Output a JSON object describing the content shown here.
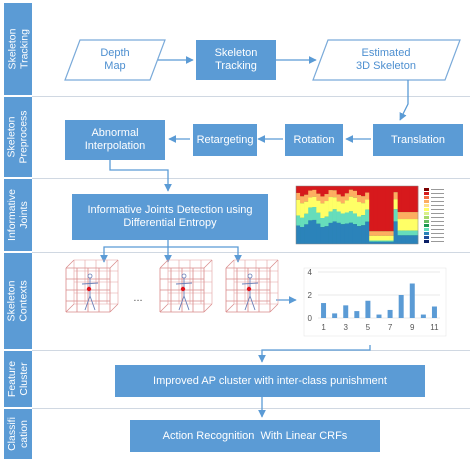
{
  "stages": [
    {
      "id": "tracking",
      "label": "Skeleton\nTracking"
    },
    {
      "id": "preprocess",
      "label": "Skeleton\nPreprocess"
    },
    {
      "id": "informative",
      "label": "Informative\nJoints"
    },
    {
      "id": "contexts",
      "label": "Skeleton\nContexts"
    },
    {
      "id": "cluster",
      "label": "Feature\nCluster"
    },
    {
      "id": "classification",
      "label": "Classifi\ncation"
    }
  ],
  "nodes": {
    "depth_map": "Depth\nMap",
    "skeleton_tracking": "Skeleton\nTracking",
    "estimated_skeleton": "Estimated\n3D Skeleton",
    "translation": "Translation",
    "rotation": "Rotation",
    "retargeting": "Retargeting",
    "abnormal_interpolation": "Abnormal\nInterpolation",
    "informative_detection": "Informative Joints Detection using\nDifferential Entropy",
    "ellipsis": "...",
    "ap_cluster": "Improved AP cluster with inter-class punishment",
    "action_recognition": "Action Recognition  With Linear CRFs"
  },
  "colors": {
    "box": "#5b9bd5",
    "arrow": "#5b9bd5",
    "parallelogram_text": "#4d8fd0",
    "separator": "#d0d8e2"
  },
  "chart_data": {
    "type": "bar",
    "categories": [
      "1",
      "2",
      "3",
      "4",
      "5",
      "6",
      "7",
      "8",
      "9",
      "10",
      "11"
    ],
    "x_tick_labels": [
      "1",
      "3",
      "5",
      "7",
      "9",
      "11"
    ],
    "values": [
      1.3,
      0.4,
      1.1,
      0.6,
      1.5,
      0.3,
      0.7,
      2.0,
      3.0,
      0.3,
      1.0
    ],
    "ylim": [
      0,
      4
    ],
    "y_ticks": [
      0,
      2,
      4
    ],
    "title": "",
    "xlabel": "",
    "ylabel": "",
    "grid": true,
    "bar_color": "#5b9bd5"
  },
  "heatmap": {
    "type": "heatmap",
    "legend_entries": 14
  }
}
